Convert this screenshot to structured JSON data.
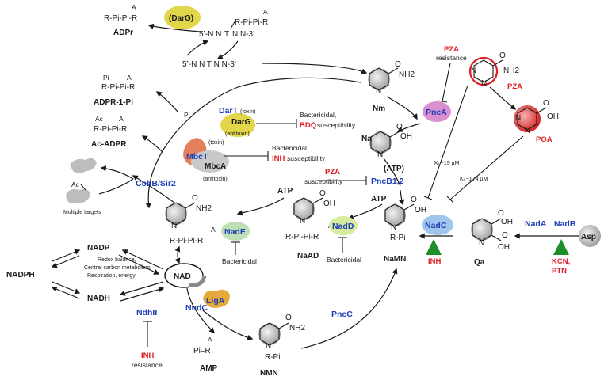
{
  "labels": {
    "adpr": "ADPr",
    "adpr_formula": "R-Pi-Pi-R",
    "a_sub": "A",
    "darg_top": "(DarG)",
    "dna_top": "5’-N N T N N-3’",
    "dna_mod_5": "5’-N N",
    "dna_mod_t": "T",
    "dna_mod_3": "N N-3’",
    "dna_bottom": "5’-N N T N N-3’",
    "adpr1pi": "ADPR-1-Pi",
    "adpr1pi_pi": "Pi",
    "acadpr": "Ac-ADPR",
    "ac": "Ac",
    "pi": "Pi",
    "nm": "Nm",
    "na": "Na",
    "naad": "NaAD",
    "namn": "NaMN",
    "qa": "Qa",
    "asp": "Asp",
    "nadp": "NADP",
    "nadph": "NADPH",
    "nadh": "NADH",
    "nad": "NAD",
    "amp": "AMP",
    "nmn": "NMN",
    "atp1": "ATP",
    "atp2": "ATP",
    "atp_paren": "(ATP)",
    "nh2": "NH2",
    "cooh_oh": "OH",
    "nplus": "N",
    "r_pi": "R-Pi",
    "r_pi_pi_r": "R-Pi-Pi-R",
    "pi_r": "Pi–R",
    "multiple_targets": "Multiple targets",
    "redox1": "Redox balance,",
    "redox2": "Central carbon metabolism,",
    "redox3": "Respiration, energy",
    "toxin1": "(toxin)",
    "toxin2": "(toxin)",
    "antitoxin1": "(antitoxin)",
    "antitoxin2": "(antitoxin)",
    "bactericidal": "Bactericidal,",
    "bactericidal2": "Bactericidal",
    "bactericidal3": "Bactericidal",
    "bactericidal4": "Bactericidal,",
    "susceptibility": "susceptibility",
    "susceptibility2": "susceptibility",
    "susceptibility3": "susceptibility",
    "resistance": "resistance",
    "resistance2": "resistance",
    "ki1": "Kᵢ ~19 µM",
    "ki2": "Kᵢ ~174 µM"
  },
  "enzymes": {
    "darT": "DarT",
    "darG": "DarG",
    "mbcT": "MbcT",
    "mbcA": "MbcA",
    "cobB": "CobB/Sir2",
    "pncA": "PncA",
    "pncB": "PncB1,2",
    "nadE": "NadE",
    "nadD": "NadD",
    "nadC": "NadC",
    "nadA": "NadA",
    "nadB": "NadB",
    "ndhII": "NdhII",
    "nudC": "NudC",
    "ligA": "LigA",
    "pncC": "PncC"
  },
  "drugs": {
    "pza_res": "PZA",
    "pza_sus": "PZA",
    "pza_mol": "PZA",
    "poa": "POA",
    "bdq": "BDQ",
    "inh1": "INH",
    "inh2": "INH",
    "inh3": "INH",
    "kcn": "KCN,",
    "ptn": "PTN"
  },
  "colors": {
    "enzyme_blue": "#1f3fb6",
    "drug_red": "#e01b24",
    "inhibit_green": "#1e8e2a",
    "darg_yellow": "#e2d64a",
    "mbct_orange": "#e2805c",
    "mbca_gray": "#c9c9c9",
    "pnca_pink": "#d98fd0",
    "nade_green": "#bfe0b6",
    "nadd_green": "#d6ec9c",
    "nadc_blue": "#9fc6ec",
    "liga_orange": "#e4a93a",
    "pza_ring_red": "#e01b24"
  },
  "icons": {
    "green_arrows": "up-arrow-icon",
    "protein_blobs": "protein-blob-icon"
  }
}
